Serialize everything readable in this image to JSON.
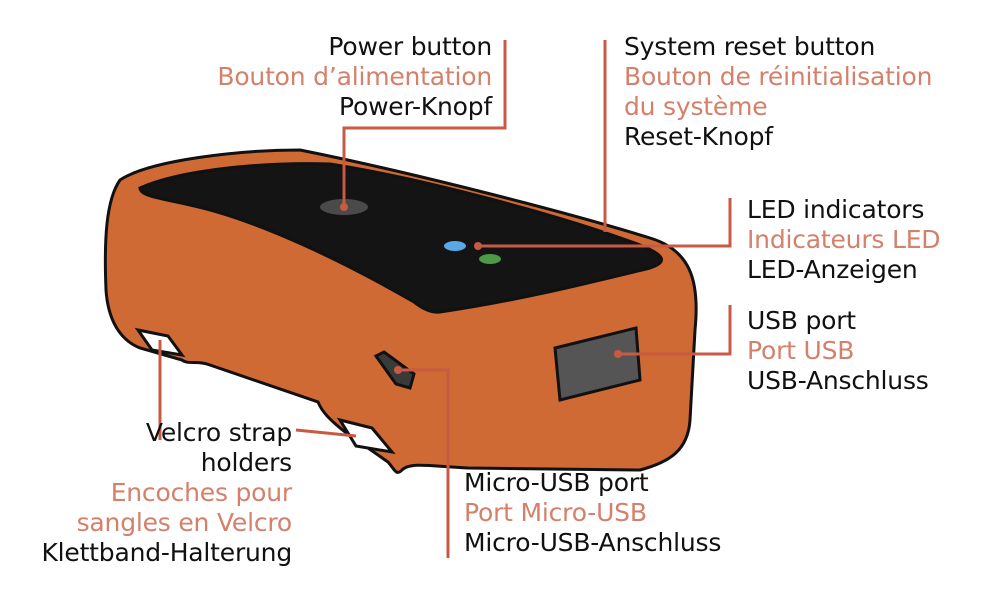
{
  "colors": {
    "accent": "#d4806a",
    "casing": "#d06a34",
    "outline": "#111111",
    "leader": "#c85a44",
    "led_blue": "#5aa8e6",
    "led_green": "#4c9a46"
  },
  "labels": {
    "power": {
      "en": "Power button",
      "fr": "Bouton d’alimentation",
      "de": "Power-Knopf"
    },
    "reset": {
      "en": "System reset button",
      "fr_line1": "Bouton de réinitialisation",
      "fr_line2": "du système",
      "de": "Reset-Knopf"
    },
    "led": {
      "en": "LED indicators",
      "fr": "Indicateurs LED",
      "de": "LED-Anzeigen"
    },
    "usb": {
      "en": "USB port",
      "fr": "Port USB",
      "de": "USB-Anschluss"
    },
    "velcro": {
      "en_line1": "Velcro strap",
      "en_line2": "holders",
      "fr_line1": "Encoches pour",
      "fr_line2": "sangles en Velcro",
      "de": "Klettband-Halterung"
    },
    "microusb": {
      "en": "Micro-USB port",
      "fr": "Port Micro-USB",
      "de": "Micro-USB-Anschluss"
    }
  }
}
